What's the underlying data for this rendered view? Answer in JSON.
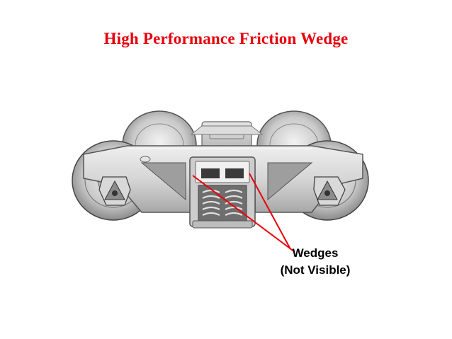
{
  "slide": {
    "title": "High Performance Friction Wedge"
  },
  "callout": {
    "line1": "Wedges",
    "line2": "(Not Visible)"
  },
  "colors": {
    "title": "#e8000b",
    "leader_lines": "#e8000b",
    "callout_text": "#000000"
  },
  "icons": {
    "illustration": "railcar-bogie-truck-illustration"
  }
}
